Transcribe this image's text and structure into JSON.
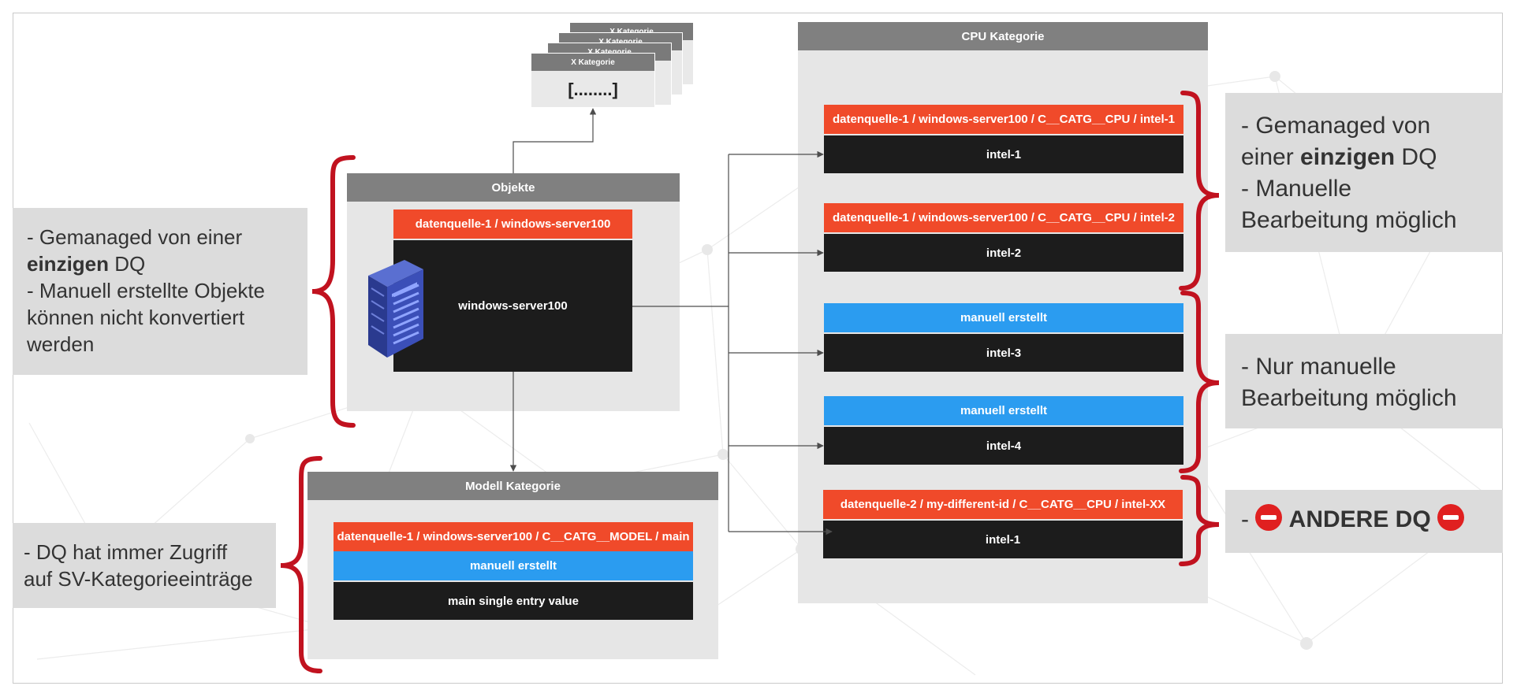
{
  "objects_panel": {
    "title": "Objekte",
    "source_label": "datenquelle-1 / windows-server100",
    "object_name": "windows-server100",
    "server_icon": "server-rack-icon"
  },
  "model_panel": {
    "title": "Modell Kategorie",
    "source_label": "datenquelle-1 / windows-server100 / C__CATG__MODEL / main",
    "manual_label": "manuell erstellt",
    "value": "main single entry value"
  },
  "x_stack": {
    "card_titles": [
      "X Kategorie",
      "X Kategorie",
      "X Kategorie",
      "X Kategorie"
    ],
    "placeholder": "[........]"
  },
  "cpu_panel": {
    "title": "CPU Kategorie",
    "entries": [
      {
        "header": "datenquelle-1 / windows-server100 / C__CATG__CPU / intel-1",
        "value": "intel-1",
        "header_type": "source"
      },
      {
        "header": "datenquelle-1 / windows-server100 / C__CATG__CPU / intel-2",
        "value": "intel-2",
        "header_type": "source"
      },
      {
        "header": "manuell erstellt",
        "value": "intel-3",
        "header_type": "manual"
      },
      {
        "header": "manuell erstellt",
        "value": "intel-4",
        "header_type": "manual"
      },
      {
        "header": "datenquelle-2 / my-different-id / C__CATG__CPU / intel-XX",
        "value": "intel-1",
        "header_type": "source"
      }
    ]
  },
  "notes": {
    "left_objects": {
      "line1": "- Gemanaged von einer",
      "line2_bold": "einzigen",
      "line2_rest": " DQ",
      "line3": "- Manuell erstellte Objekte",
      "line4": "können nicht konvertiert",
      "line5": "werden"
    },
    "left_model": {
      "line1": "- DQ hat immer Zugriff",
      "line2": "auf SV-Kategorieeinträge"
    },
    "right_top": {
      "line1": "- Gemanaged von",
      "line2_pre": "einer ",
      "line2_bold": "einzigen",
      "line2_post": " DQ",
      "line3": "- Manuelle",
      "line4": "Bearbeitung möglich"
    },
    "right_middle": {
      "line1": "- Nur manuelle",
      "line2": "Bearbeitung möglich"
    },
    "right_bottom": {
      "prefix": "- ",
      "text": "ANDERE DQ",
      "icon": "no-entry-icon"
    }
  },
  "colors": {
    "source_header": "#f04a2a",
    "manual_header": "#2b9cf0",
    "value_box": "#1c1c1c",
    "panel_header": "#808080",
    "panel_bg": "#e6e6e6",
    "bracket": "#c1121f"
  }
}
